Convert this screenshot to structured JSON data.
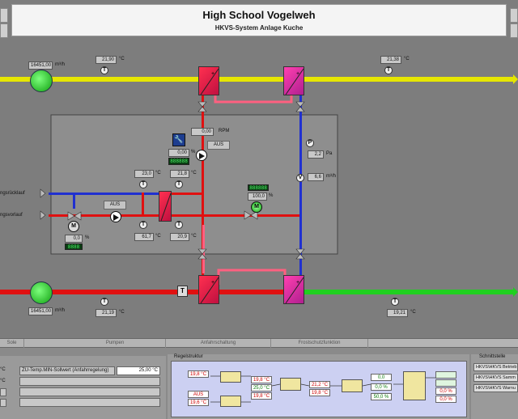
{
  "header": {
    "title": "High School Vogelweh",
    "subtitle": "HKVS-System Anlage Kuche"
  },
  "top_line": {
    "flow": "16451,00",
    "flow_unit": "m³/h",
    "temp_left": "21,90",
    "temp_right": "21,38",
    "unit_c": "°C"
  },
  "bottom_line": {
    "flow": "16451,00",
    "flow_unit": "m³/h",
    "temp_left": "21,19",
    "temp_right": "19,21",
    "unit_c": "°C"
  },
  "pump_main": {
    "rpm": "0,00",
    "rpm_unit": "RPM",
    "status": "AUS",
    "percent": "0,00",
    "percent_unit": "%",
    "lcd": "888888"
  },
  "pressure": {
    "value": "2,2",
    "unit": "Pa"
  },
  "volume": {
    "value": "6,6",
    "unit": "m³/h"
  },
  "secondary": {
    "temp_a": "23,0",
    "temp_b": "21,8",
    "temp_c": "61,7",
    "temp_d": "20,9",
    "valve_percent": "0,0",
    "valve_lcd": "8888",
    "pump_status": "AUS",
    "mix_lcd": "888888",
    "mix_percent": "100,0"
  },
  "labels": {
    "return": "ngsrücklauf",
    "supply": "ngsvorlauf",
    "percent": "%",
    "degc": "°C"
  },
  "tabs": [
    "Sole",
    "Pumpen",
    "Anfahrschaltung",
    "Frostschutzfunktion"
  ],
  "left_panel": {
    "setpoint_label": "ZU-Temp.MIN-Sollwert (Anfahrregelung)",
    "setpoint_value": "25,00 °C",
    "side_labels": [
      "°C",
      "°C"
    ]
  },
  "regel": {
    "title": "Regelstruktur",
    "in1": "19,8 °C",
    "aus": "AUS",
    "in3": "19,6 °C",
    "mid1": "19,8 °C",
    "mid2": "25,0 °C",
    "mid3": "19,8 °C",
    "sp1": "21,2 °C",
    "sp2": "19,8 °C",
    "out1": "0,0",
    "out2": "0,0 %",
    "out3": "50,0 %",
    "r1": "",
    "r2": "0,0 %",
    "r3": "0,0 %"
  },
  "schnitt": {
    "title": "Schnittstelle",
    "items": [
      "HKVS\\HKVS Betrieb",
      "HKVS\\HKVS Samm",
      "HKVS\\HKVS Warnu"
    ]
  },
  "colors": {
    "yellow": "#e6e600",
    "red": "#e01010",
    "green": "#20d020",
    "blue": "#2030d0",
    "pink": "#ff6080"
  }
}
